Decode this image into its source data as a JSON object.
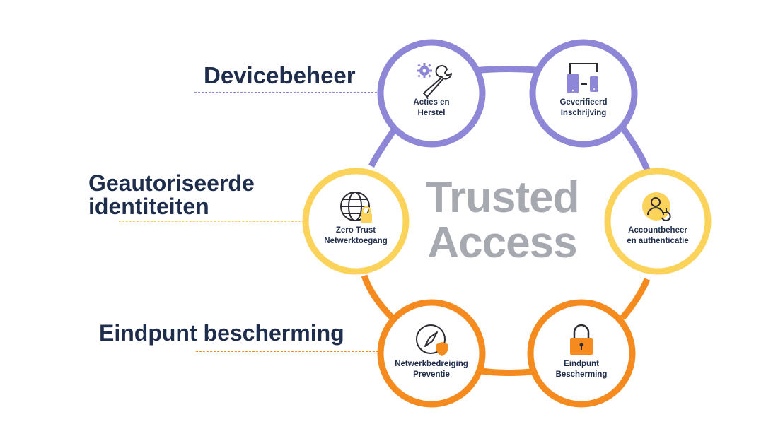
{
  "categories": [
    {
      "id": "devicebeheer",
      "label": "Devicebeheer",
      "color": "#8e86d6"
    },
    {
      "id": "identiteiten",
      "label_lines": [
        "Geautoriseerde",
        "identiteiten"
      ],
      "color": "#fbd35a"
    },
    {
      "id": "eindpunt",
      "label": "Eindpunt bescherming",
      "color": "#f58a1f"
    }
  ],
  "center": {
    "line1": "Trusted",
    "line2": "Access"
  },
  "nodes": [
    {
      "id": "acties",
      "icon": "wrench-gear-icon",
      "lines": [
        "Acties en",
        "Herstel"
      ]
    },
    {
      "id": "geverifieerd",
      "icon": "devices-icon",
      "lines": [
        "Geverifieerd",
        "Inschrijving"
      ]
    },
    {
      "id": "accountbeheer",
      "icon": "user-sync-icon",
      "lines": [
        "Accountbeheer",
        "en authenticatie"
      ]
    },
    {
      "id": "eindpunt-bescherming",
      "icon": "padlock-icon",
      "lines": [
        "Eindpunt",
        "Bescherming"
      ]
    },
    {
      "id": "netwerkbedreiging",
      "icon": "compass-shield-icon",
      "lines": [
        "Netwerkbedreiging",
        "Preventie"
      ]
    },
    {
      "id": "zero-trust",
      "icon": "globe-lock-icon",
      "lines": [
        "Zero Trust",
        "Netwerktoegang"
      ]
    }
  ]
}
